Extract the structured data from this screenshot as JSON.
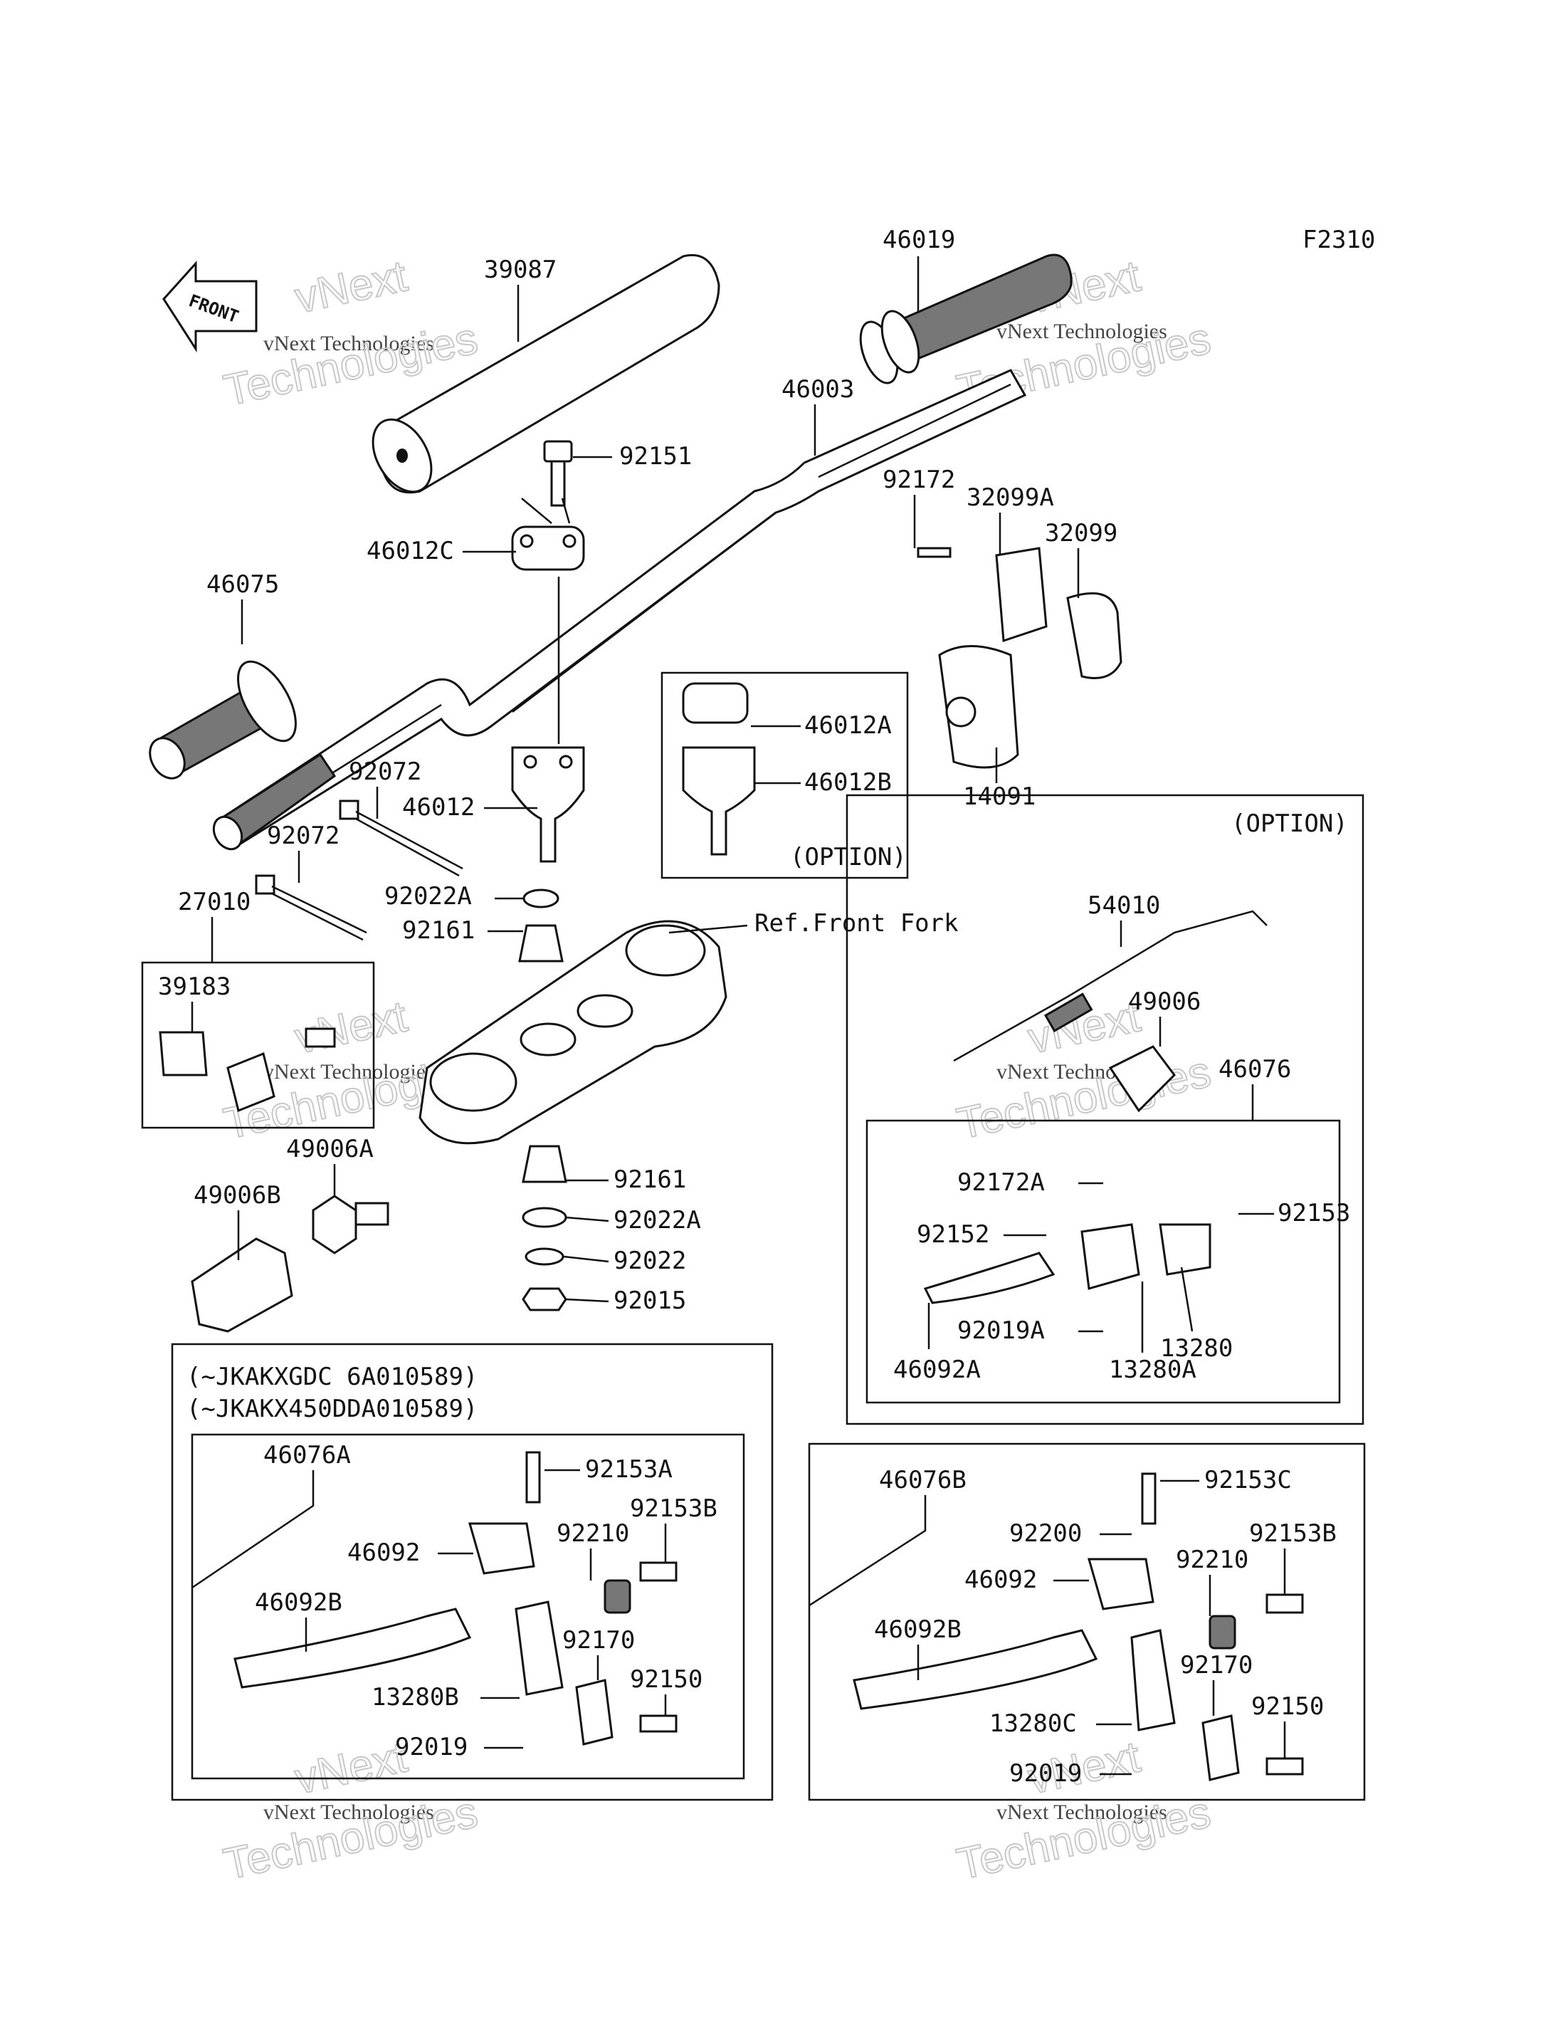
{
  "diagram_code": "F2310",
  "front_arrow": "FRONT",
  "watermark": {
    "line1": "vNext Technologies",
    "line2": "vNext",
    "line3": "Technologies"
  },
  "option_label": "(OPTION)",
  "ref_front_fork": "Ref.Front Fork",
  "serial_1": "(~JKAKXGDC 6A010589)",
  "serial_2": "(~JKAKX450DDA010589)",
  "parts": {
    "p39087": "39087",
    "p46019": "46019",
    "p46003": "46003",
    "p92151": "92151",
    "p46012C": "46012C",
    "p46075": "46075",
    "p92172": "92172",
    "p32099A": "32099A",
    "p32099": "32099",
    "p14091": "14091",
    "p46012A": "46012A",
    "p46012B": "46012B",
    "p92072a": "92072",
    "p92072b": "92072",
    "p46012": "46012",
    "p92022A": "92022A",
    "p92161a": "92161",
    "p27010": "27010",
    "p39183": "39183",
    "p49006A": "49006A",
    "p49006B": "49006B",
    "p92161b": "92161",
    "p92022Ab": "92022A",
    "p92022": "92022",
    "p92015": "92015",
    "p54010": "54010",
    "p49006": "49006",
    "p46076": "46076",
    "p92172A": "92172A",
    "p92153": "92153",
    "p92152": "92152",
    "p92019A": "92019A",
    "p13280": "13280",
    "p46092A": "46092A",
    "p13280A": "13280A",
    "p46076A": "46076A",
    "p92153A": "92153A",
    "p92153B_l": "92153B",
    "p92210_l": "92210",
    "p46092_l": "46092",
    "p46092B_l": "46092B",
    "p92170_l": "92170",
    "p92150_l": "92150",
    "p13280B": "13280B",
    "p92019_l": "92019",
    "p46076B": "46076B",
    "p92153C": "92153C",
    "p92200": "92200",
    "p92153B_r": "92153B",
    "p92210_r": "92210",
    "p46092_r": "46092",
    "p46092B_r": "46092B",
    "p92170_r": "92170",
    "p92150_r": "92150",
    "p13280C": "13280C",
    "p92019_r": "92019"
  }
}
